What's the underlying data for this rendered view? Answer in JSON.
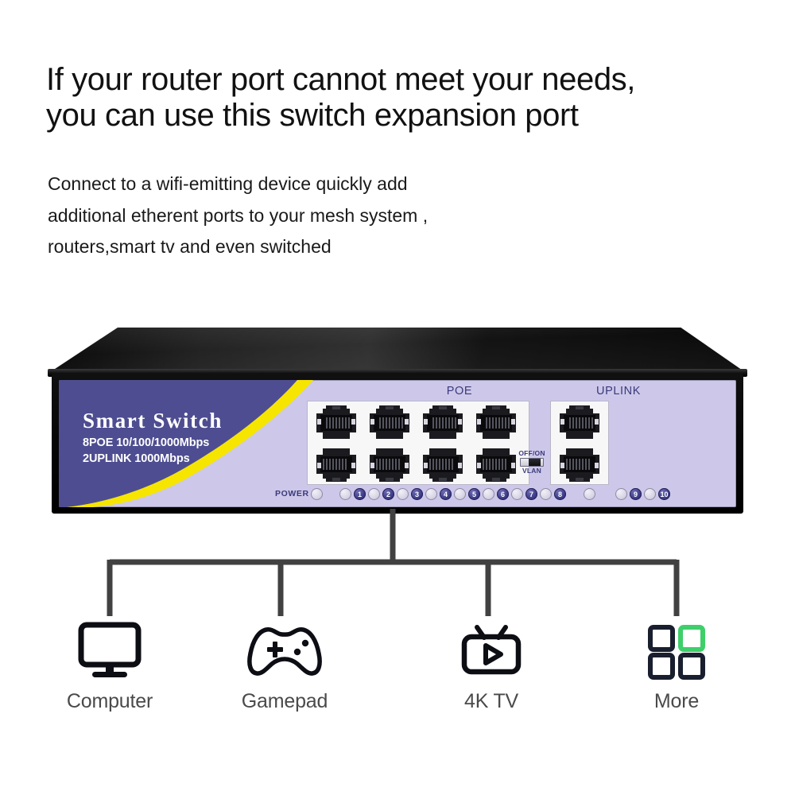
{
  "headline": {
    "line1": "If your router port cannot meet your needs,",
    "line2": "you can use this switch expansion port"
  },
  "subcopy": {
    "line1": "Connect to a wifi-emitting device quickly add",
    "line2": "additional etherent ports to your mesh system ,",
    "line3": "routers,smart tv and even switched"
  },
  "device": {
    "brand": "Smart Switch",
    "spec_line1": "8POE 10/100/1000Mbps",
    "spec_line2": "2UPLINK 1000Mbps",
    "poe_label": "POE",
    "uplink_label": "UPLINK",
    "power_label": "POWER",
    "vlan_top_label": "OFF/ON",
    "vlan_bottom_label": "VLAN",
    "poe_led_numbers": [
      "1",
      "2",
      "3",
      "4",
      "5",
      "6",
      "7",
      "8"
    ],
    "uplink_led_numbers": [
      "9",
      "10"
    ],
    "poe_port_count": 8,
    "uplink_port_count": 2,
    "colors": {
      "faceplate_purple": "#4e4d91",
      "faceplate_lavender": "#cdc8ea",
      "accent_yellow": "#f6e500",
      "chassis_black": "#0a0a0a",
      "led_blue": "#3b3a86"
    }
  },
  "connections": {
    "items": [
      {
        "label": "Computer",
        "icon": "monitor-icon"
      },
      {
        "label": "Gamepad",
        "icon": "gamepad-icon"
      },
      {
        "label": "4K TV",
        "icon": "tv-icon"
      },
      {
        "label": "More",
        "icon": "grid-more-icon"
      }
    ],
    "line_color": "#414141",
    "highlight_color": "#3ecf6a"
  }
}
